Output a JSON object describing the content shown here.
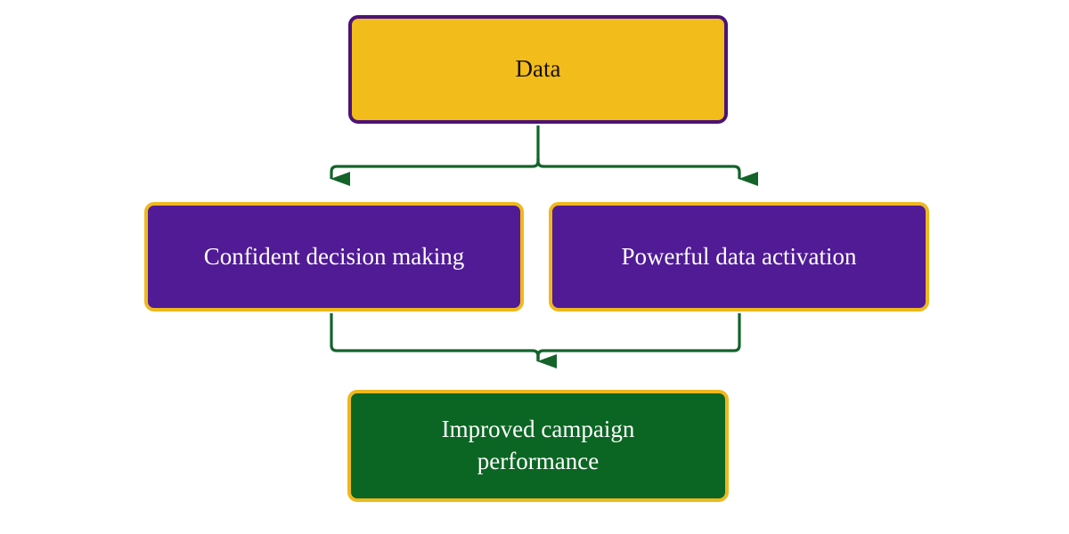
{
  "diagram": {
    "type": "flowchart",
    "background_color": "#ffffff",
    "orientation": "top-down",
    "connector_color": "#14632B",
    "nodes": [
      {
        "id": "data",
        "label": "Data",
        "fill": "#F2BC1B",
        "border": "#4B1378",
        "text_color": "#17110A",
        "shape": "rounded-rectangle",
        "level": 1
      },
      {
        "id": "confident",
        "label": "Confident decision making",
        "fill": "#501B95",
        "border": "#EFB81C",
        "text_color": "#FFFFFF",
        "shape": "rounded-rectangle",
        "level": 2
      },
      {
        "id": "powerful",
        "label": "Powerful data activation",
        "fill": "#501B95",
        "border": "#EFB81C",
        "text_color": "#FFFFFF",
        "shape": "rounded-rectangle",
        "level": 2
      },
      {
        "id": "improved",
        "label": "Improved campaign\nperformance",
        "fill": "#0B6623",
        "border": "#EFB81C",
        "text_color": "#FFFFFF",
        "shape": "rounded-rectangle",
        "level": 3
      }
    ],
    "edges": [
      {
        "id": "data-to-confident",
        "from": "data",
        "to": "confident",
        "style": "elbow",
        "arrowhead": "filled-triangle"
      },
      {
        "id": "data-to-powerful",
        "from": "data",
        "to": "powerful",
        "style": "elbow",
        "arrowhead": "filled-triangle"
      },
      {
        "id": "confident-to-improved",
        "from": "confident",
        "to": "improved",
        "style": "elbow",
        "arrowhead": "filled-triangle"
      },
      {
        "id": "powerful-to-improved",
        "from": "powerful",
        "to": "improved",
        "style": "elbow",
        "arrowhead": "filled-triangle"
      }
    ]
  }
}
